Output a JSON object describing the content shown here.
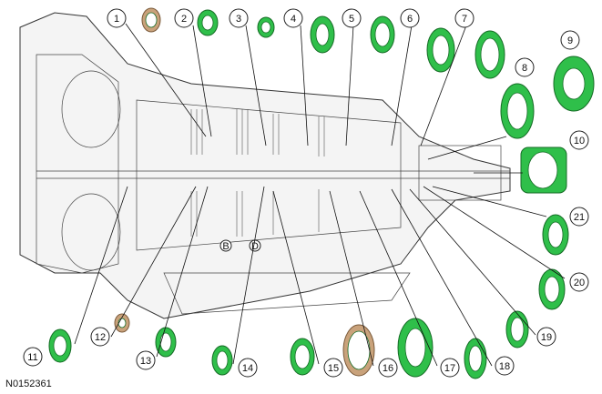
{
  "reference_code": "N0152361",
  "callouts": [
    "1",
    "2",
    "3",
    "4",
    "5",
    "6",
    "7",
    "8",
    "9",
    "10",
    "11",
    "12",
    "13",
    "14",
    "15",
    "16",
    "17",
    "18",
    "19",
    "20",
    "21"
  ],
  "inline_labels": [
    "B",
    "D"
  ],
  "colors": {
    "seal_green": "#2fbf4a",
    "seal_dark": "#156b25",
    "washer_tan": "#c9a27b"
  }
}
